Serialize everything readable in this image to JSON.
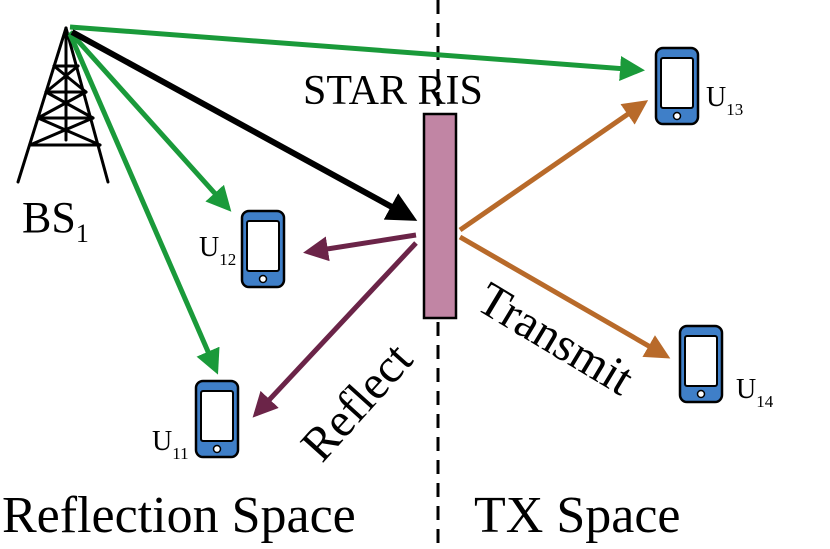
{
  "colors": {
    "bs_links": "#1a9a3a",
    "bs_to_ris": "#000000",
    "reflect": "#6b2448",
    "transmit": "#b86a2a",
    "ris_fill": "#c185a4",
    "phone_body": "#3f7fc8",
    "phone_outline": "#000000",
    "divider": "#000000"
  },
  "labels": {
    "bs_main": "BS",
    "bs_sub": "1",
    "ris": "STAR RIS",
    "reflect": "Reflect",
    "transmit": "Transmit",
    "reflection_space": "Reflection Space",
    "tx_space": "TX Space"
  },
  "users": [
    {
      "main": "U",
      "sub": "11"
    },
    {
      "main": "U",
      "sub": "12"
    },
    {
      "main": "U",
      "sub": "13"
    },
    {
      "main": "U",
      "sub": "14"
    }
  ],
  "icons": {
    "base_station": "tower-icon",
    "user": "smartphone-icon",
    "ris": "ris-panel"
  }
}
